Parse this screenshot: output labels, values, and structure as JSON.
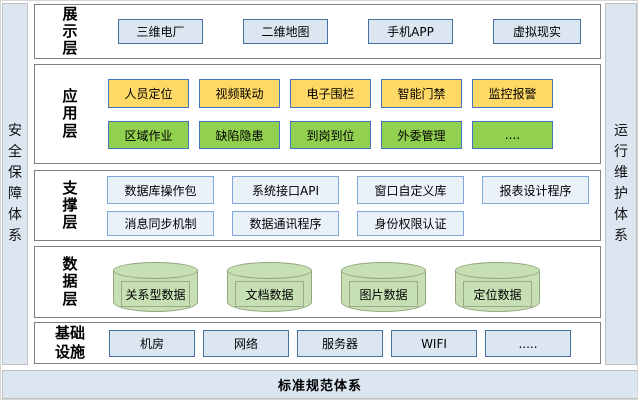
{
  "diagram": {
    "left_pillar": "安全保障体系",
    "right_pillar": "运行维护体系",
    "bottom_pillar": "标准规范体系",
    "layers": [
      {
        "label": "展示层",
        "rows": [
          [
            "三维电厂",
            "二维地图",
            "手机APP",
            "虚拟现实"
          ]
        ]
      },
      {
        "label": "应用层",
        "rows": [
          [
            "人员定位",
            "视频联动",
            "电子围栏",
            "智能门禁",
            "监控报警"
          ],
          [
            "区域作业",
            "缺陷隐患",
            "到岗到位",
            "外委管理",
            "...."
          ]
        ]
      },
      {
        "label": "支撑层",
        "rows": [
          [
            "数据库操作包",
            "系统接口API",
            "窗口自定义库",
            "报表设计程序"
          ],
          [
            "消息同步机制",
            "数据通讯程序",
            "身份权限认证"
          ]
        ]
      },
      {
        "label": "数据层",
        "rows": [
          [
            "关系型数据",
            "文档数据",
            "图片数据",
            "定位数据"
          ]
        ]
      },
      {
        "label": "基础设施",
        "rows": [
          [
            "机房",
            "网络",
            "服务器",
            "WIFI",
            "....."
          ]
        ]
      }
    ],
    "colors": {
      "pillar_fill": "#dce6f1",
      "pillar_border": "#bfbfbf",
      "layer_border": "#7f7f7f",
      "display_box_fill": "#dce6f1",
      "display_box_border": "#41719c",
      "support_box_fill": "#eaf1f9",
      "support_box_border": "#7fa8d9",
      "app_box_yellow": "#ffd966",
      "app_box_green": "#92d050",
      "app_box_border": "#4472c4",
      "cylinder_fill": "#c6e0b4",
      "cylinder_border": "#94a57f"
    }
  }
}
